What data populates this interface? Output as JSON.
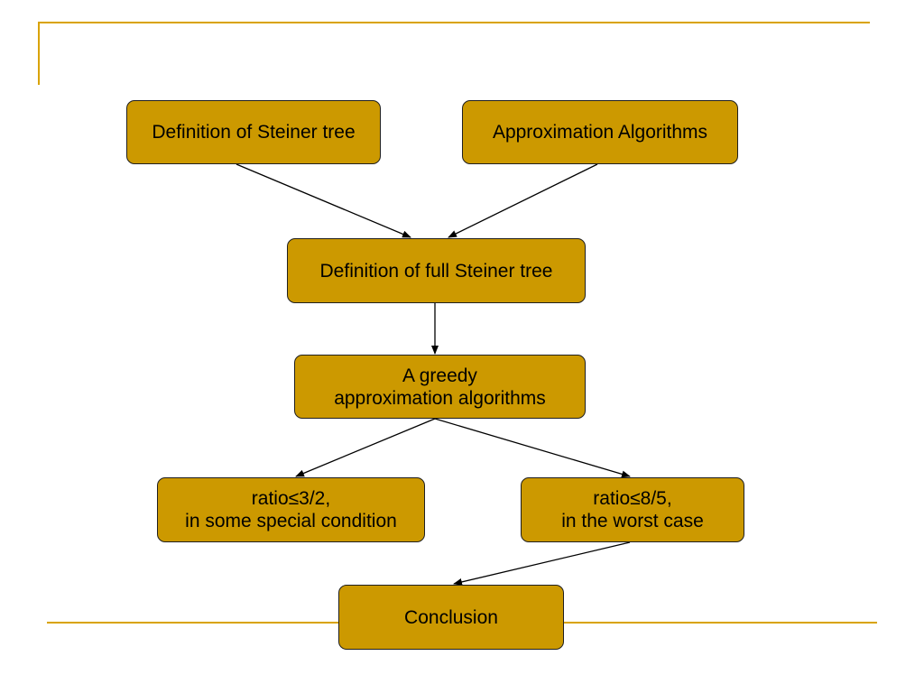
{
  "colors": {
    "box_fill": "#cc9900",
    "box_border": "#1f1f1f",
    "accent_rule": "#d9a300",
    "arrow": "#000000"
  },
  "nodes": {
    "steiner_def": {
      "lines": [
        "Definition of Steiner tree"
      ]
    },
    "approx": {
      "lines": [
        "Approximation Algorithms"
      ]
    },
    "full_steiner": {
      "lines": [
        "Definition of full Steiner tree"
      ]
    },
    "greedy": {
      "lines": [
        "A greedy",
        "approximation algorithms"
      ]
    },
    "ratio_special": {
      "lines": [
        "ratio≤3/2,",
        "in some special condition"
      ]
    },
    "ratio_worst": {
      "lines": [
        "ratio≤8/5,",
        "in the worst case"
      ]
    },
    "conclusion": {
      "lines": [
        "Conclusion"
      ]
    }
  },
  "edges": [
    {
      "from": "steiner_def",
      "to": "full_steiner"
    },
    {
      "from": "approx",
      "to": "full_steiner"
    },
    {
      "from": "full_steiner",
      "to": "greedy"
    },
    {
      "from": "greedy",
      "to": "ratio_special"
    },
    {
      "from": "greedy",
      "to": "ratio_worst"
    },
    {
      "from": "ratio_worst",
      "to": "conclusion"
    }
  ]
}
